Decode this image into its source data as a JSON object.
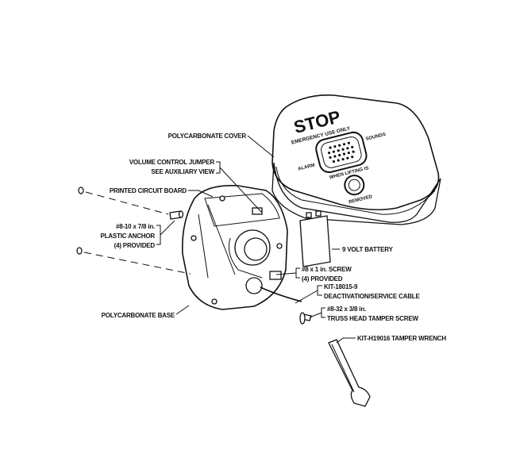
{
  "diagram": {
    "type": "exploded-assembly",
    "cover_text": {
      "title": "STOP",
      "subtitle": "EMERGENCY USE ONLY",
      "left": "ALARM",
      "right": "SOUNDS",
      "bottom1": "WHEN LIFTING IS",
      "bottom2": "REMOVED"
    },
    "labels": {
      "cover": "POLYCARBONATE COVER",
      "jumper1": "VOLUME CONTROL JUMPER",
      "jumper2": "SEE AUXILIARY VIEW",
      "pcb": "PRINTED CIRCUIT BOARD",
      "anchor1": "#8-10 x 7/8 in.",
      "anchor2": "PLASTIC ANCHOR",
      "anchor3": "(4) PROVIDED",
      "battery": "9 VOLT BATTERY",
      "screw1": "#8 x 1 in. SCREW",
      "screw2": "(4) PROVIDED",
      "cable1": "KIT-18015-9",
      "cable2": "DEACTIVATION/SERVICE CABLE",
      "tamper1": "#8-32 x 3/8 in.",
      "tamper2": "TRUSS HEAD TAMPER SCREW",
      "wrench": "KIT-H19016 TAMPER WRENCH",
      "base": "POLYCARBONATE BASE"
    }
  }
}
